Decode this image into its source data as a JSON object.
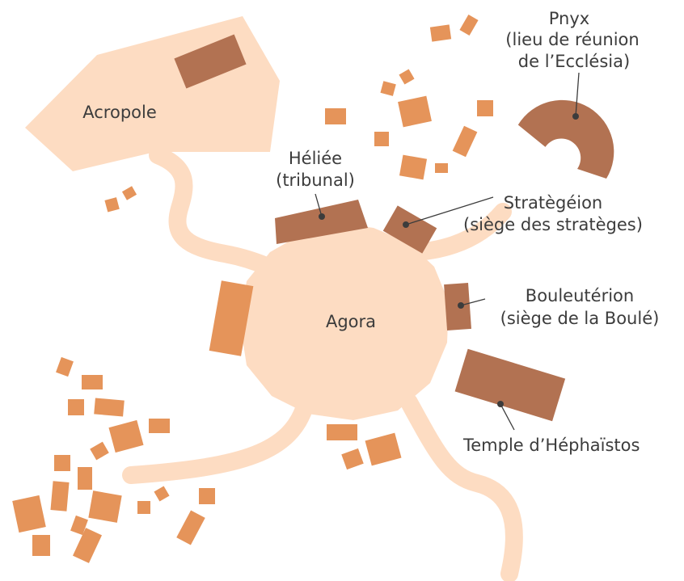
{
  "colors": {
    "terrain": "#FDDCC2",
    "building": "#E5945A",
    "monument": "#B27252",
    "text": "#3C3C3C"
  },
  "places": {
    "acropole": "Acropole",
    "agora": "Agora"
  },
  "monuments": {
    "pnyx": {
      "line1": "Pnyx",
      "line2": "(lieu de réunion",
      "line3": "de l’Ecclésia)"
    },
    "heliee": {
      "line1": "Héliée",
      "line2": "(tribunal)"
    },
    "strategeion": {
      "line1": "Stratègéion",
      "line2": "(siège des stratèges)"
    },
    "bouleuterion": {
      "line1": "Bouleutérion",
      "line2": "(siège de la Boulé)"
    },
    "temple": {
      "line1": "Temple d’Héphaïstos"
    }
  }
}
